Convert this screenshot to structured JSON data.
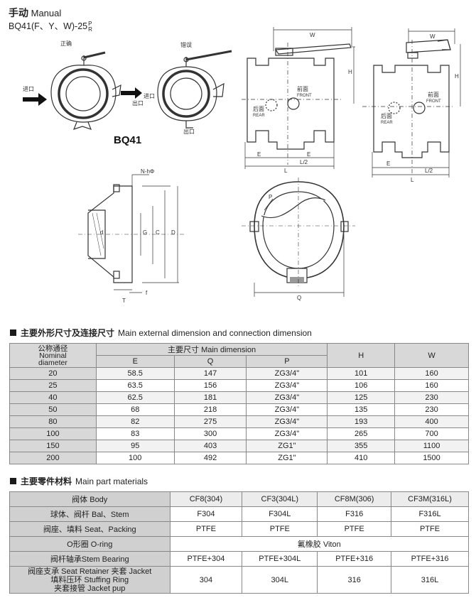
{
  "header": {
    "title_zh": "手动",
    "title_en": "Manual",
    "model_prefix": "BQ41(F、Y、W)-25",
    "model_p": "P",
    "model_r": "R"
  },
  "drawing": {
    "left_label_correct": "正确",
    "left_label_wrong": "错误",
    "inlet": "进口",
    "outlet": "出口",
    "model_label": "BQ41",
    "dim_W": "W",
    "dim_H": "H",
    "dim_E": "E",
    "dim_L": "L",
    "dim_L2": "L/2",
    "front_zh": "前面",
    "front_en": "FRONT",
    "rear_zh": "后面",
    "rear_en": "REAR",
    "flange_NhPhi": "N-hΦ",
    "dim_d": "d",
    "dim_G": "G",
    "dim_C": "C",
    "dim_D": "D",
    "dim_f": "f",
    "dim_T": "T",
    "dim_P": "P",
    "dim_Q": "Q"
  },
  "section1": {
    "title_zh": "主要外形尺寸及连接尺寸",
    "title_en": "Main external dimension and connection dimension"
  },
  "table1": {
    "nominal_zh": "公称通径",
    "nominal_en1": "Nominal",
    "nominal_en2": "diameter",
    "main_dim": "主要尺寸 Main dimension",
    "col_E": "E",
    "col_Q": "Q",
    "col_P": "P",
    "col_H": "H",
    "col_W": "W",
    "rows": [
      [
        "20",
        "58.5",
        "147",
        "ZG3/4\"",
        "101",
        "160"
      ],
      [
        "25",
        "63.5",
        "156",
        "ZG3/4\"",
        "106",
        "160"
      ],
      [
        "40",
        "62.5",
        "181",
        "ZG3/4\"",
        "125",
        "230"
      ],
      [
        "50",
        "68",
        "218",
        "ZG3/4\"",
        "135",
        "230"
      ],
      [
        "80",
        "82",
        "275",
        "ZG3/4\"",
        "193",
        "400"
      ],
      [
        "100",
        "83",
        "300",
        "ZG3/4\"",
        "265",
        "700"
      ],
      [
        "150",
        "95",
        "403",
        "ZG1\"",
        "355",
        "1100"
      ],
      [
        "200",
        "100",
        "492",
        "ZG1\"",
        "410",
        "1500"
      ]
    ]
  },
  "section2": {
    "title_zh": "主要零件材料",
    "title_en": "Main part materials"
  },
  "table2": {
    "header": [
      "阀体 Body",
      "CF8(304)",
      "CF3(304L)",
      "CF8M(306)",
      "CF3M(316L)"
    ],
    "rows": [
      [
        "球体、阀杆 Bal、Stem",
        "F304",
        "F304L",
        "F316",
        "F316L"
      ],
      [
        "阀座、填料 Seat、Packing",
        "PTFE",
        "PTFE",
        "PTFE",
        "PTFE"
      ]
    ],
    "oring_label": "O形圈 O-ring",
    "oring_value": "氟橡胶 Viton",
    "stem_label": "阀杆轴承Stem Bearing",
    "stem_values": [
      "PTFE+304",
      "PTFE+304L",
      "PTFE+316",
      "PTFE+316"
    ],
    "last_label1": "阀座支承 Seat Retainer 夹套 Jacket",
    "last_label2": "填料压环 Stuffing Ring",
    "last_label3": "夹套接管 Jacket pup",
    "last_values": [
      "304",
      "304L",
      "316",
      "316L"
    ]
  }
}
